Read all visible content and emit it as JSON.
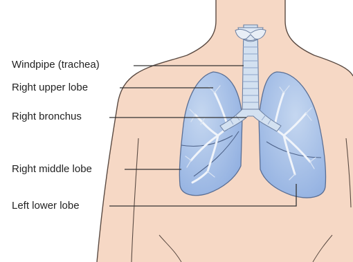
{
  "labels": {
    "windpipe": "Windpipe (trachea)",
    "right_upper_lobe": "Right upper lobe",
    "right_bronchus": "Right bronchus",
    "right_middle_lobe": "Right middle lobe",
    "left_lower_lobe": "Left lower lobe"
  },
  "colors": {
    "skin": "#f6d8c5",
    "outline": "#5a4a42",
    "lung": "#a9c1e6",
    "lung_dark": "#7f9fd4",
    "trachea": "#d3e1f1",
    "bronchi": "#e8eef6",
    "leader_line": "#333333",
    "label_text": "#222222"
  }
}
